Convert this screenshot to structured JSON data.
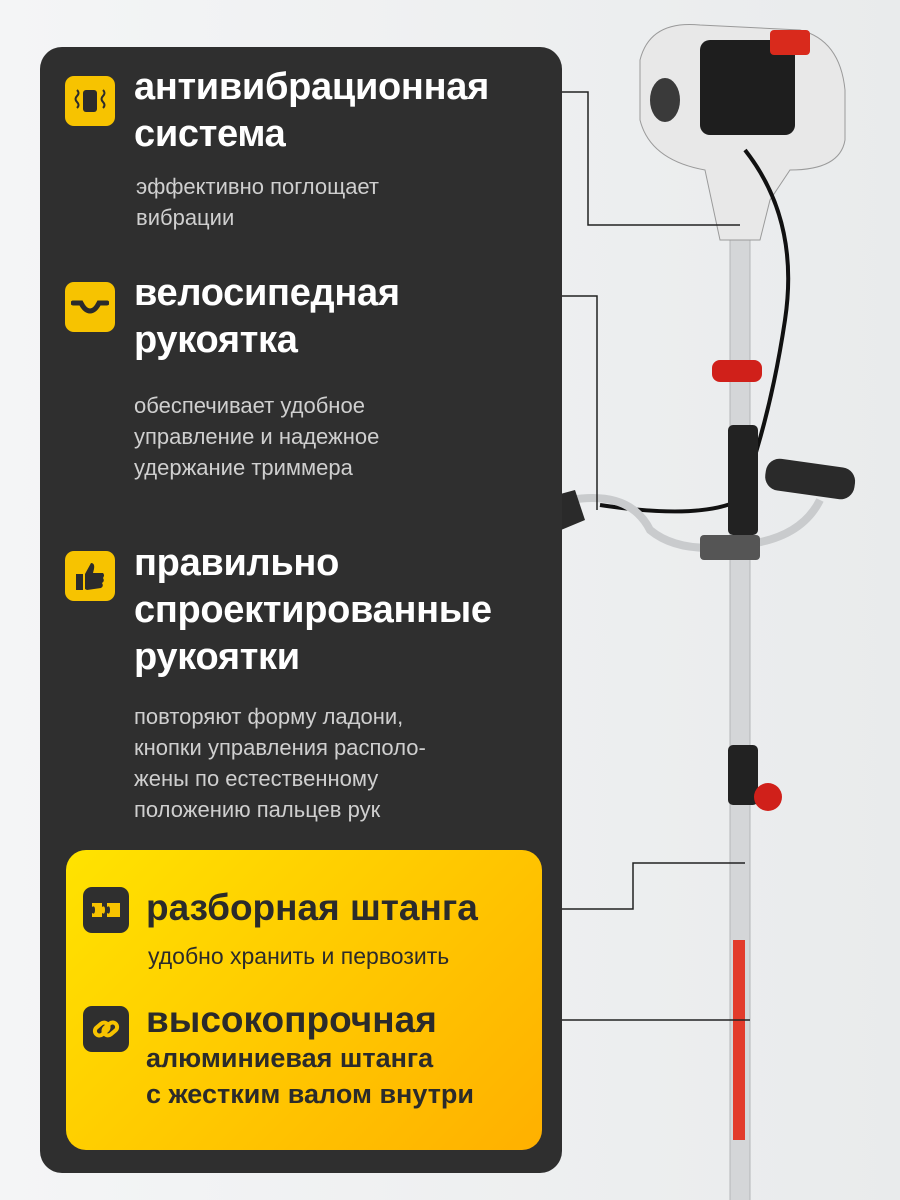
{
  "features": [
    {
      "title_lines": [
        "антивибрационная",
        "система"
      ],
      "desc_lines": [
        "эффективно поглощает",
        "вибрации"
      ],
      "icon": "anti-vibration-icon"
    },
    {
      "title_lines": [
        "велосипедная",
        "рукоятка"
      ],
      "desc_lines": [
        "обеспечивает удобное",
        "управление и надежное",
        "удержание триммера"
      ],
      "icon": "bike-handle-icon"
    },
    {
      "title_lines": [
        "правильно",
        "спроектированные",
        "рукоятки"
      ],
      "desc_lines": [
        "повторяют форму ладони,",
        "кнопки управления располо-",
        "жены по естественному",
        "положению пальцев рук"
      ],
      "icon": "thumbs-up-icon"
    }
  ],
  "highlight": {
    "item1": {
      "title": "разборная штанга",
      "desc": "удобно хранить и первозить",
      "icon": "puzzle-icon"
    },
    "item2": {
      "title": "высокопрочная",
      "desc_lines": [
        "алюминиевая штанга",
        "с жестким валом внутри"
      ],
      "icon": "chain-link-icon"
    }
  },
  "colors": {
    "panel": "#2f2f2f",
    "accent": "#f7c300",
    "text": "#ffffff"
  }
}
